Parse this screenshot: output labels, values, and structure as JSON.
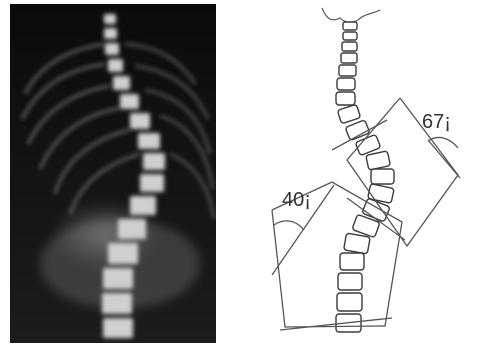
{
  "figure": {
    "xray_panel": {
      "alt_concept": "radiograph"
    },
    "schematic_panel": {
      "angles": [
        {
          "label": "67¡"
        },
        {
          "label": "40¡"
        }
      ],
      "colors": {
        "vertebra_stroke": "#3a3a3a",
        "line": "#555555",
        "xray_background": "#111111"
      }
    }
  }
}
